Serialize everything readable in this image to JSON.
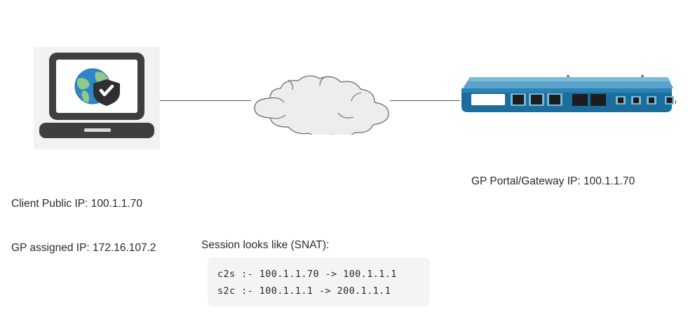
{
  "diagram": {
    "nodes": {
      "client": {
        "icon": "laptop-with-globe-shield-icon",
        "label_line1": "Client Public IP: 100.1.1.70",
        "label_line2": "GP assigned IP: 172.16.107.2"
      },
      "network": {
        "icon": "cloud-icon"
      },
      "gateway": {
        "icon": "firewall-appliance-icon",
        "label": "GP Portal/Gateway IP: 100.1.1.70"
      }
    },
    "session": {
      "caption": "Session looks like (SNAT):",
      "lines": [
        "c2s :- 100.1.1.70 -> 100.1.1.1",
        "s2c :- 100.1.1.1 -> 200.1.1.1"
      ]
    },
    "colors": {
      "line": "#5a5a5a",
      "cloud_fill": "#ededed",
      "cloud_stroke": "#6b6b6b",
      "laptop_bg": "#f2f2f2",
      "laptop_body": "#3f3f3f",
      "firewall_blue": "#1a6e9e",
      "firewall_top": "#5ba3c9",
      "globe_blue": "#2e86c8",
      "globe_green": "#8cc florida",
      "code_bg": "#f4f4f4",
      "text": "#2b2b2b"
    }
  }
}
